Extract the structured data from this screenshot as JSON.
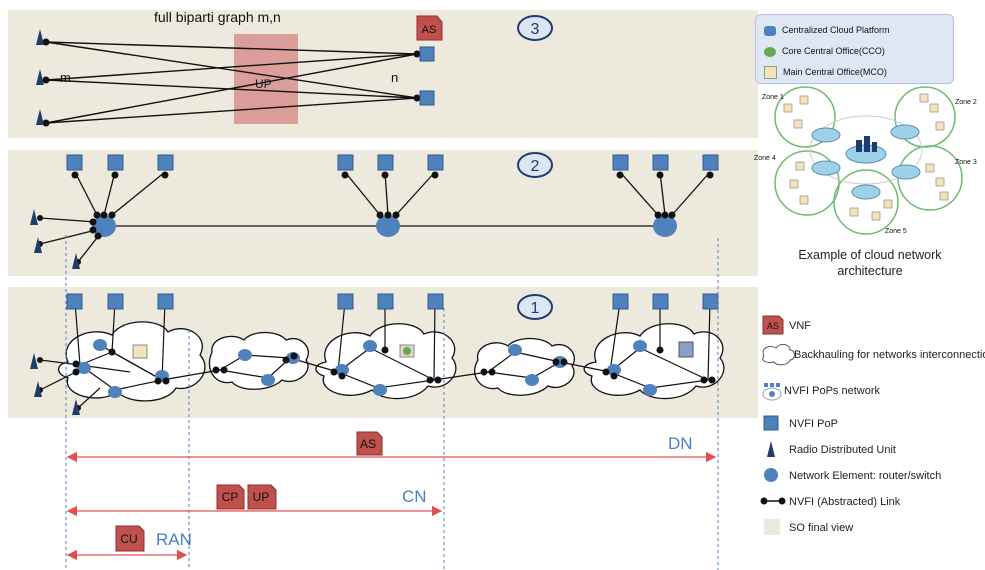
{
  "layer3": {
    "title": "full biparti graph m,n",
    "number": "3",
    "m_label": "m",
    "n_label": "n",
    "up_label": "UP",
    "as_label": "AS"
  },
  "layer2": {
    "number": "2"
  },
  "layer1": {
    "number": "1"
  },
  "cloud_architecture": {
    "legend": [
      {
        "label": "Centralized Cloud Platform",
        "icon": "cloud-platform-icon"
      },
      {
        "label": "Core Central Office(CCO)",
        "icon": "cco-icon"
      },
      {
        "label": "Main Central Office(MCO)",
        "icon": "mco-icon"
      }
    ],
    "zones": [
      "Zone 1",
      "Zone 2",
      "Zone 3",
      "Zone 4",
      "Zone 5"
    ],
    "caption_line1": "Example of cloud network",
    "caption_line2": "architecture"
  },
  "legend": [
    {
      "label": "VNF",
      "icon": "vnf-icon",
      "icon_text": "AS"
    },
    {
      "label": "Backhauling for networks interconnection",
      "icon": "cloud-outline-icon"
    },
    {
      "label": "NVFI PoPs network",
      "icon": "pops-network-icon"
    },
    {
      "label": "NVFI PoP",
      "icon": "pop-square-icon"
    },
    {
      "label": "Radio Distributed Unit",
      "icon": "radio-unit-icon"
    },
    {
      "label": "Network Element: router/switch",
      "icon": "network-element-icon"
    },
    {
      "label": "NVFI (Abstracted) Link",
      "icon": "link-icon"
    },
    {
      "label": "SO final view",
      "icon": "so-view-swatch"
    }
  ],
  "spans": [
    {
      "name": "DN",
      "vnfs": [
        "AS"
      ]
    },
    {
      "name": "CN",
      "vnfs": [
        "CP",
        "UP"
      ]
    },
    {
      "name": "RAN",
      "vnfs": [
        "CU"
      ]
    }
  ],
  "colors": {
    "band": "#ede9dd",
    "pop": "#4f81bd",
    "vnf": "#c0504d",
    "up_box": "#d99694",
    "span": "#e05050",
    "dashed": "#4f81bd",
    "number_circle": "#1f3c6e"
  }
}
